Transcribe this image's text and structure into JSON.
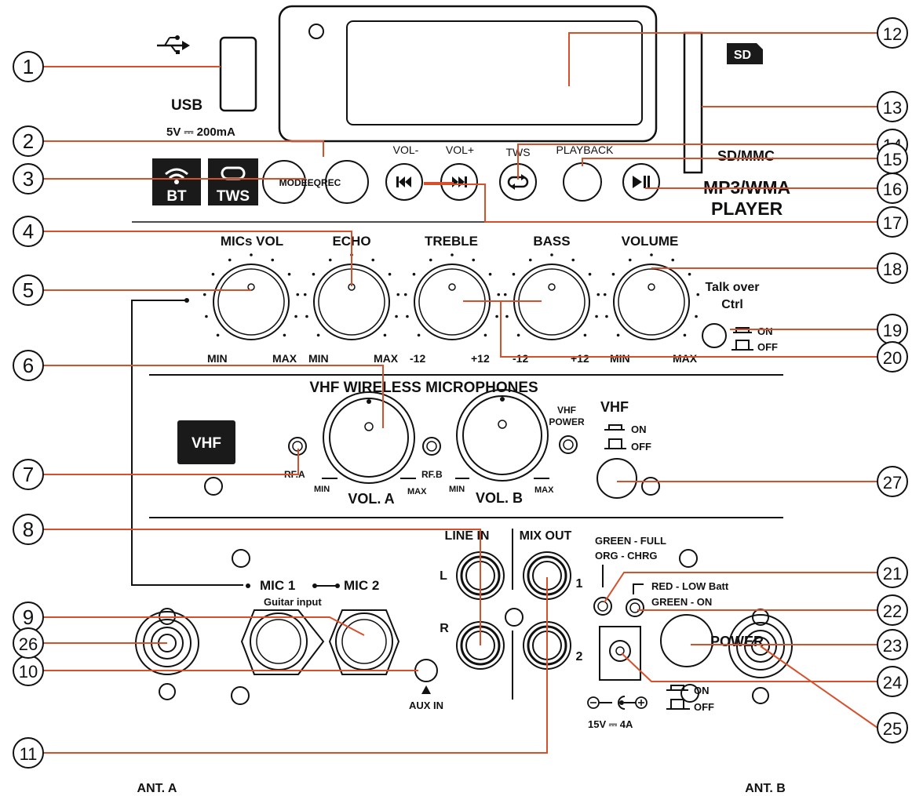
{
  "colors": {
    "leader": "#d7502c",
    "ink": "#111111",
    "badge": "#1a1a1a",
    "background": "#ffffff"
  },
  "labels": {
    "usb": "USB",
    "usb_power": "5V ⎓ 200mA",
    "sd_badge": "SD",
    "sd_mmc": "SD/MMC",
    "player_line1": "MP3/WMA",
    "player_line2": "PLAYER",
    "bt": "BT",
    "tws_badge": "TWS",
    "mode_eq_rec": "MODEEQREC",
    "vol_minus": "VOL-",
    "vol_plus": "VOL+",
    "tws": "TWS",
    "playback": "PLAYBACK",
    "mics_vol": "MICs VOL",
    "echo": "ECHO",
    "treble": "TREBLE",
    "bass": "BASS",
    "volume": "VOLUME",
    "talk_over_1": "Talk over",
    "talk_over_2": "Ctrl",
    "on": "ON",
    "off": "OFF",
    "min": "MIN",
    "max": "MAX",
    "minus12": "-12",
    "plus12": "+12",
    "vhf_title": "VHF WIRELESS MICROPHONES",
    "vhf_badge": "VHF",
    "rf_a": "RF.A",
    "rf_b": "RF.B",
    "vol_a": "VOL. A",
    "vol_b": "VOL. B",
    "vhf_power_1": "VHF",
    "vhf_power_2": "POWER",
    "vhf": "VHF",
    "line_in": "LINE IN",
    "mix_out": "MIX OUT",
    "l": "L",
    "r": "R",
    "out1": "1",
    "out2": "2",
    "mic1": "MIC 1",
    "mic2": "MIC 2",
    "guitar_input": "Guitar input",
    "aux_in": "AUX IN",
    "green_full": "GREEN - FULL",
    "org_chrg": "ORG - CHRG",
    "red_low": "RED - LOW Batt",
    "green_on": "GREEN - ON",
    "power": "POWER",
    "dc_rating": "15V ⎓ 4A",
    "ant_a": "ANT. A",
    "ant_b": "ANT. B"
  },
  "callouts": [
    "1",
    "2",
    "3",
    "4",
    "5",
    "6",
    "7",
    "8",
    "9",
    "10",
    "11",
    "12",
    "13",
    "14",
    "15",
    "16",
    "17",
    "18",
    "19",
    "20",
    "21",
    "22",
    "23",
    "24",
    "25",
    "26",
    "27"
  ]
}
